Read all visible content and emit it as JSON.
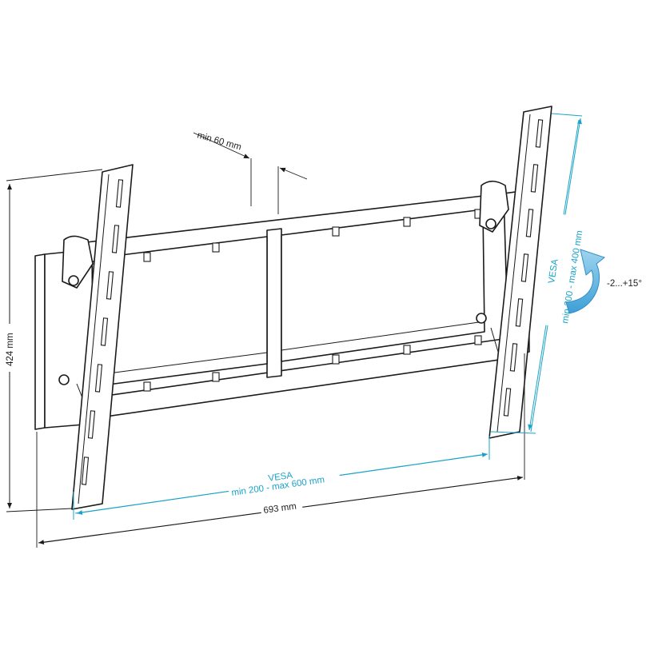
{
  "diagram": {
    "labels": {
      "depth": "min 60 mm",
      "height": "424 mm",
      "width": "693 mm",
      "vesa_h_title": "VESA",
      "vesa_h_range": "min 200 - max 600 mm",
      "vesa_v_title": "VESA",
      "vesa_v_range": "min 200 - max 400 mm",
      "tilt": "-2...+15°"
    },
    "colors": {
      "vesa_accent": "#1aa3c8",
      "outline": "#1b1b1b",
      "tilt_arrow": "#5fb8e0"
    }
  }
}
